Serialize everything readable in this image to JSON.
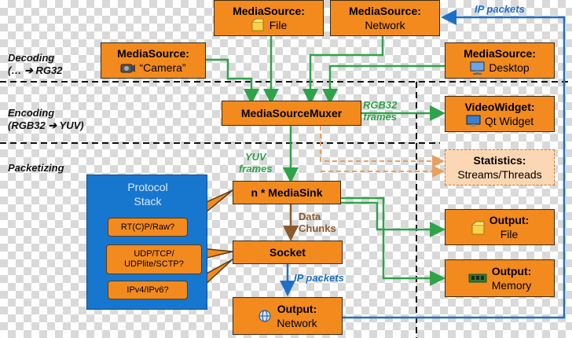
{
  "sections": {
    "decoding": [
      "Decoding",
      "(… ➔ RG32"
    ],
    "encoding": [
      "Encoding",
      "(RGB32 ➔ YUV)"
    ],
    "packetizing": "Packetizing"
  },
  "boxes": {
    "ms_file": {
      "title": "MediaSource:",
      "sub": "File"
    },
    "ms_network": {
      "title": "MediaSource:",
      "sub": "Network"
    },
    "ms_camera": {
      "title": "MediaSource:",
      "sub": "“Camera”"
    },
    "ms_desktop": {
      "title": "MediaSource:",
      "sub": "Desktop"
    },
    "muxer": {
      "title": "MediaSourceMuxer"
    },
    "video_widget": {
      "title": "VideoWidget:",
      "sub": "Qt Widget"
    },
    "statistics": {
      "title": "Statistics:",
      "sub": "Streams/Threads"
    },
    "media_sink": {
      "title": "n * MediaSink"
    },
    "socket": {
      "title": "Socket"
    },
    "out_file": {
      "title": "Output:",
      "sub": "File"
    },
    "out_memory": {
      "title": "Output:",
      "sub": "Memory"
    },
    "out_network": {
      "title": "Output:",
      "sub": "Network"
    }
  },
  "protocol_stack": {
    "title": [
      "Protocol",
      "Stack"
    ],
    "items": [
      "RT(C)P/Raw?",
      [
        "UDP/TCP/",
        "UDPlite/SCTP?"
      ],
      "IPv4/IPv6?"
    ]
  },
  "annotations": {
    "ip_packets_top": "IP packets",
    "rgb32_frames": [
      "RGB32",
      "frames"
    ],
    "yuv_frames": [
      "YUV",
      "frames"
    ],
    "data_chunks": [
      "Data",
      "Chunks"
    ],
    "ip_packets_bottom": "IP packets"
  },
  "colors": {
    "box": "#f28a1e",
    "green_arrow": "#2ea34a",
    "blue_arrow": "#1f6fc7",
    "brown_arrow": "#8a5a2a",
    "dashed_arrow": "#e8a060",
    "stack": "#1777cf"
  }
}
